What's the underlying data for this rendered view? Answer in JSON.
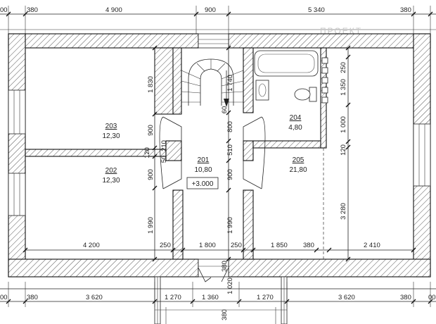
{
  "dimensions": {
    "top": [
      "380",
      "4 900",
      "900",
      "5 340",
      "380"
    ],
    "bottom": [
      "380",
      "3 620",
      "1 270",
      "1 360",
      "1 270",
      "3 620",
      "380"
    ],
    "bottom_edge": [
      "00",
      "00"
    ],
    "top_edge": "00",
    "inner_bottom": [
      "4 200",
      "250",
      "1 800",
      "250",
      "1 850",
      "380",
      "2 410"
    ],
    "left_col": [
      "1 830",
      "900",
      "900",
      "1 990"
    ],
    "small": [
      "210",
      "120",
      "50",
      "60",
      "510"
    ],
    "stair_col": [
      "1 740",
      "800",
      "900",
      "1 990"
    ],
    "right_col": [
      "250",
      "1 350",
      "1 000",
      "120",
      "3 280"
    ],
    "porch": [
      "380",
      "1 020",
      "380"
    ]
  },
  "rooms": [
    {
      "number": "203",
      "area": "12,30"
    },
    {
      "number": "202",
      "area": "12,30"
    },
    {
      "number": "201",
      "area": "10,80"
    },
    {
      "number": "204",
      "area": "4,80"
    },
    {
      "number": "205",
      "area": "21,80"
    }
  ],
  "level_mark": "+3.000",
  "watermark": "ПРОЕКТ",
  "colors": {
    "line": "#222222",
    "hatch": "#555555",
    "background": "#ffffff"
  }
}
